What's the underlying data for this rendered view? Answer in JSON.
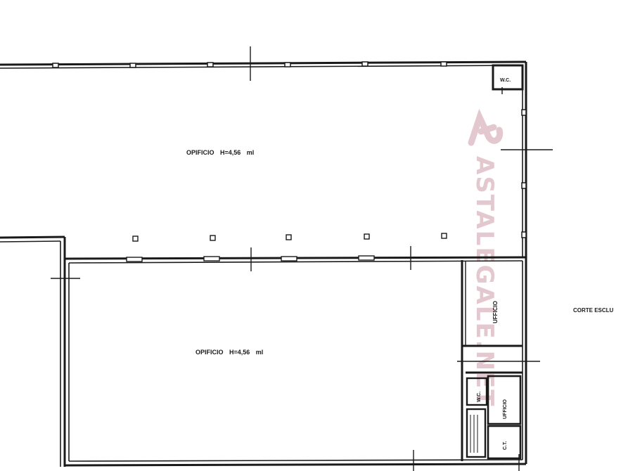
{
  "rooms": {
    "upper_workshop": "OPIFICIO   H=4,56 ml",
    "lower_workshop": "OPIFICIO   H=4,56 ml",
    "wc_top": "W.C.",
    "office_right": "UFFICIO",
    "office_small": "UFFICIO",
    "wc_small": "W.C.",
    "ct": "C.T."
  },
  "exterior": {
    "corte": "CORTE ESCLU"
  },
  "watermark": {
    "text": "ASTALEGALE.NET"
  },
  "colors": {
    "ink": "#1a1a1a",
    "paper": "#ffffff",
    "watermark": "#e3c9cf"
  }
}
